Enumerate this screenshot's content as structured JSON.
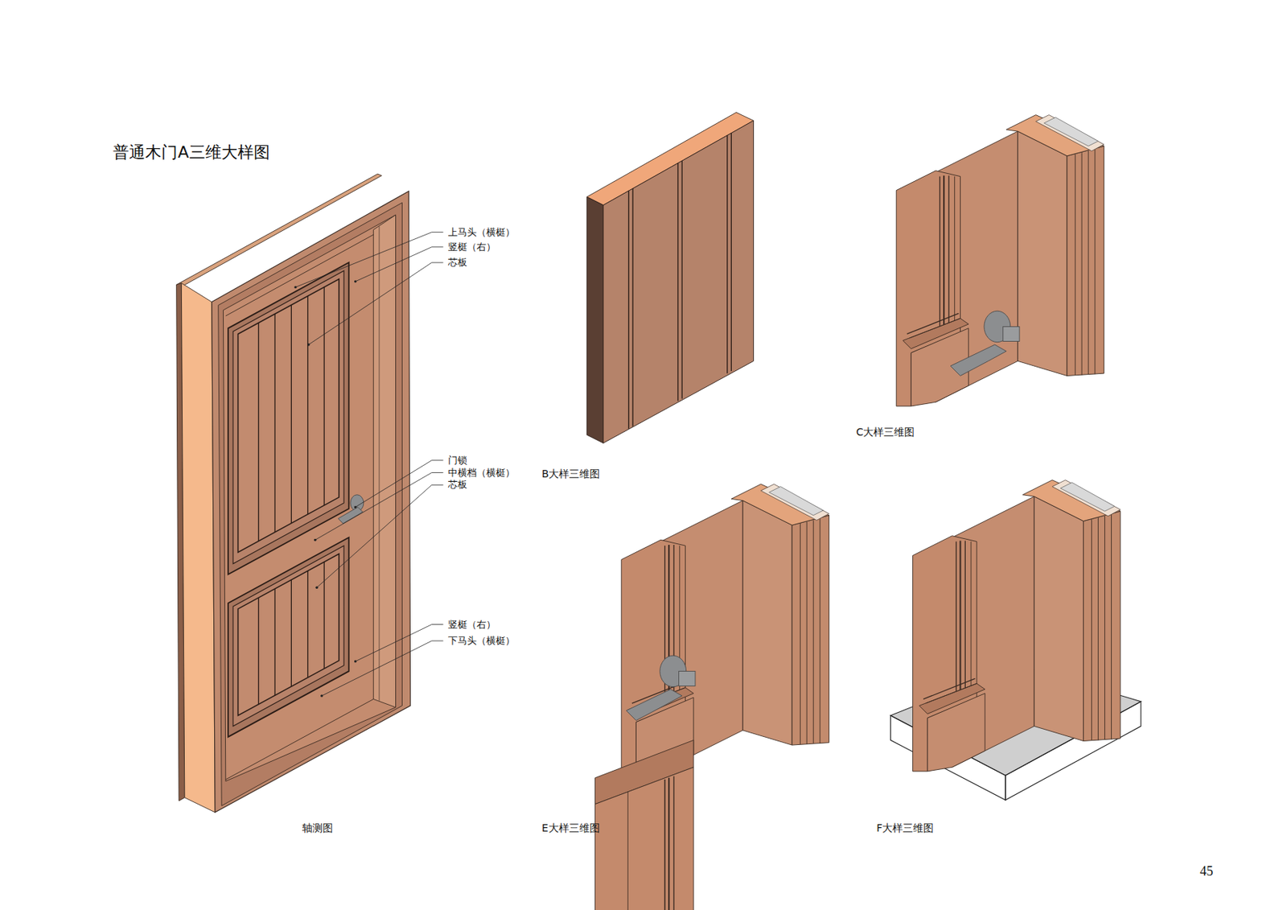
{
  "diagram": {
    "title": "普通木门A三维大样图",
    "labels": [
      "上马头（横梃）",
      "竖梃（右）",
      "芯板",
      "门锁",
      "中横档（横梃）",
      "芯板",
      "竖梃（右）",
      "下马头（横梃）",
      "轴测图",
      "B大样三维图",
      "C大样三维图",
      "E大样三维图",
      "F大样三维图",
      "45"
    ]
  }
}
